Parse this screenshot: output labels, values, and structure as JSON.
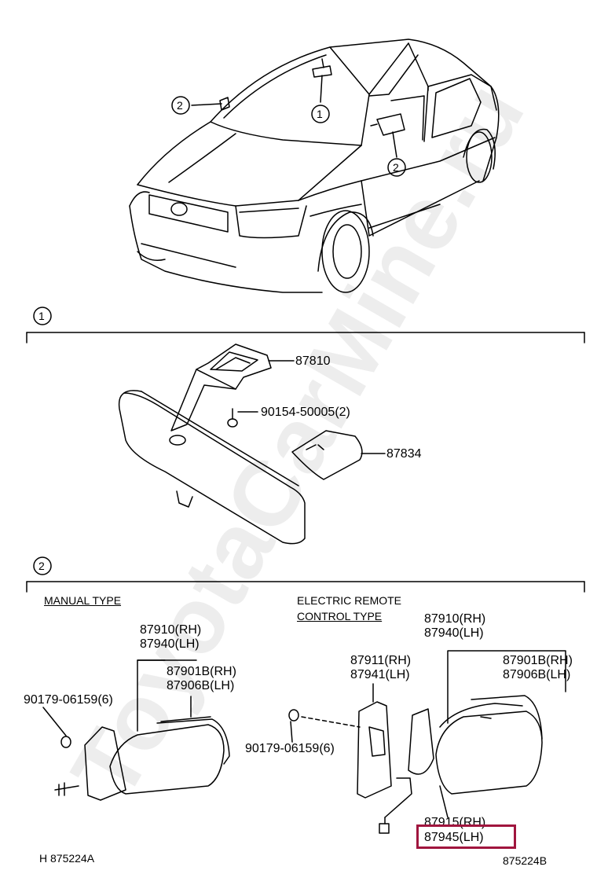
{
  "watermark": "ToyotaCarMine.ru",
  "callouts": {
    "one": "1",
    "two": "2"
  },
  "section1": {
    "parts": {
      "mirror_mount": "87810",
      "screw": "90154-50005(2)",
      "cover": "87834"
    }
  },
  "section2": {
    "manual": {
      "type_label": "MANUAL TYPE",
      "mirror_rh": "87910(RH)",
      "mirror_lh": "87940(LH)",
      "glass_rh": "87901B(RH)",
      "glass_lh": "87906B(LH)",
      "screw": "90179-06159(6)"
    },
    "electric": {
      "type_label_1": "ELECTRIC REMOTE",
      "type_label_2": "CONTROL TYPE",
      "mirror_rh": "87910(RH)",
      "mirror_lh": "87940(LH)",
      "motor_rh": "87911(RH)",
      "motor_lh": "87941(LH)",
      "glass_rh": "87901B(RH)",
      "glass_lh": "87906B(LH)",
      "screw": "90179-06159(6)",
      "harness_rh": "87915(RH)",
      "harness_lh": "87945(LH)"
    }
  },
  "footer": {
    "left_code": "H 875224A",
    "right_code": "875224B"
  },
  "colors": {
    "highlight": "#a0153e"
  }
}
